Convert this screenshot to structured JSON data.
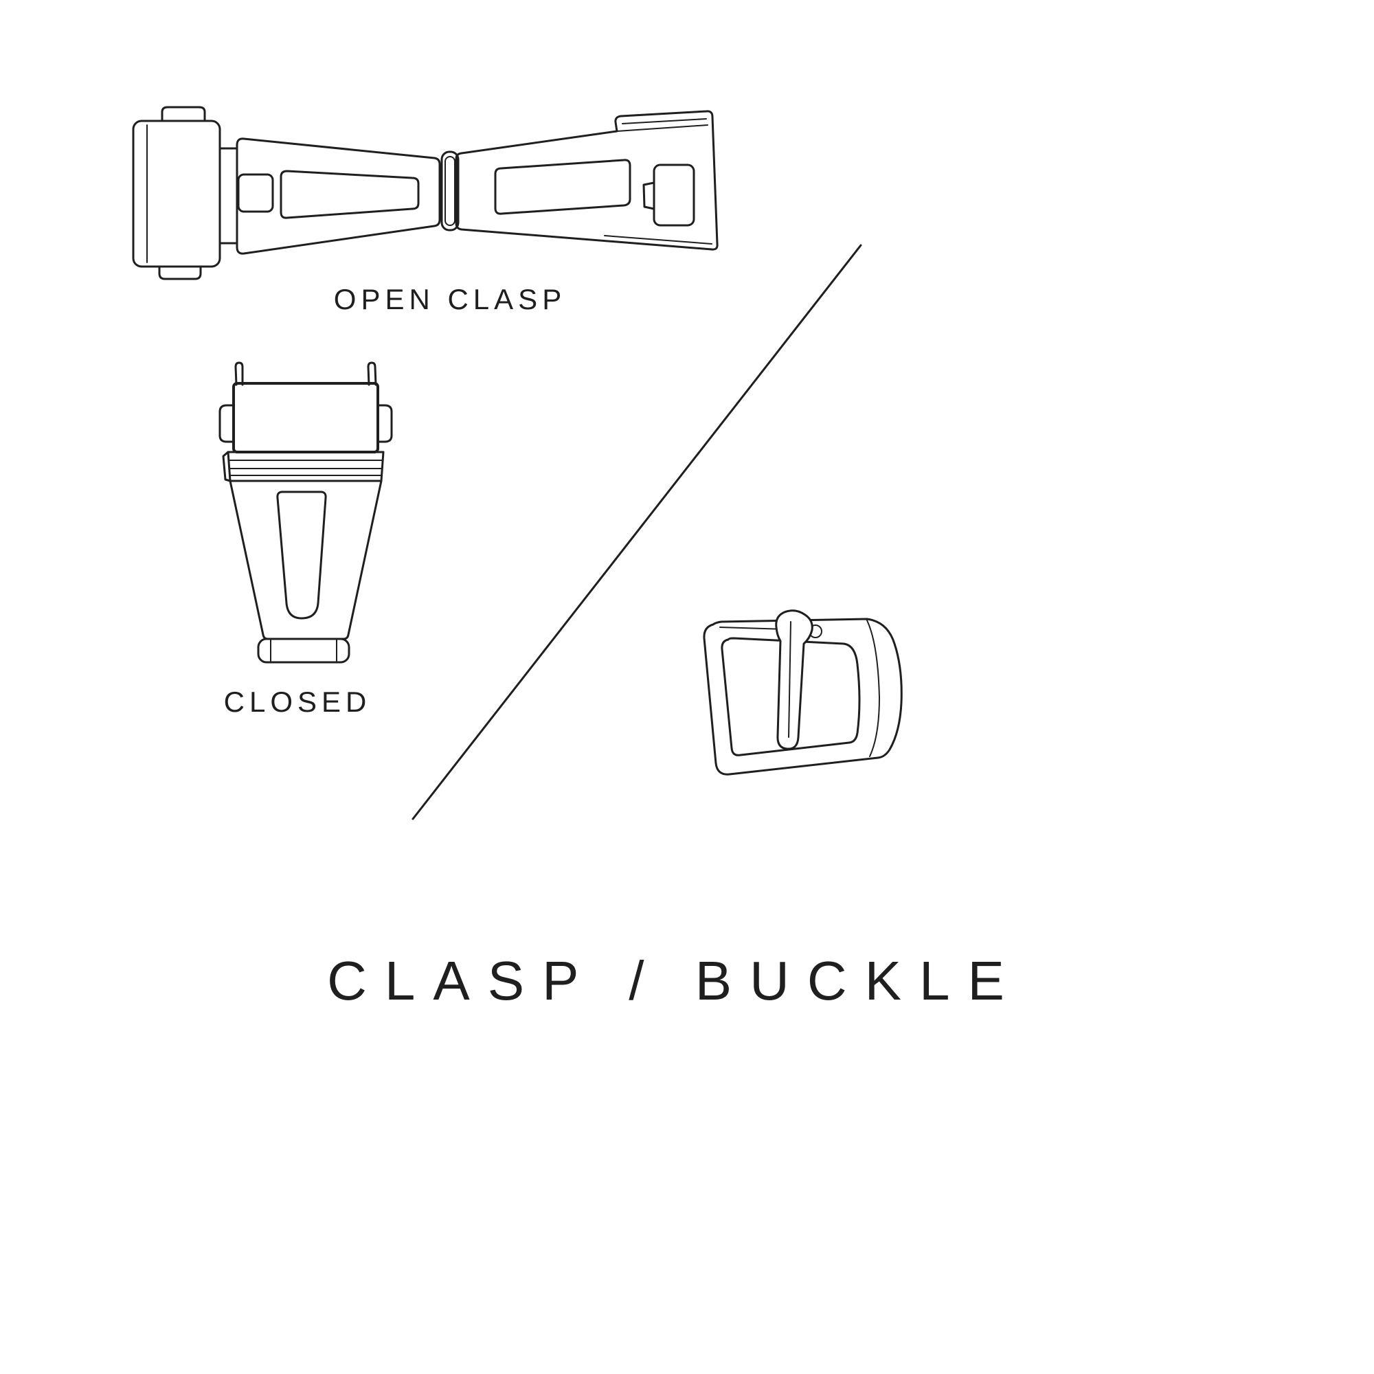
{
  "page": {
    "title": "CLASP / BUCKLE",
    "colors": {
      "background": "#ffffff",
      "ink": "#1f1f1f"
    }
  },
  "figures": {
    "open_clasp": {
      "label": "OPEN CLASP"
    },
    "closed_clasp": {
      "label": "CLOSED"
    },
    "buckle": {
      "label": ""
    }
  }
}
